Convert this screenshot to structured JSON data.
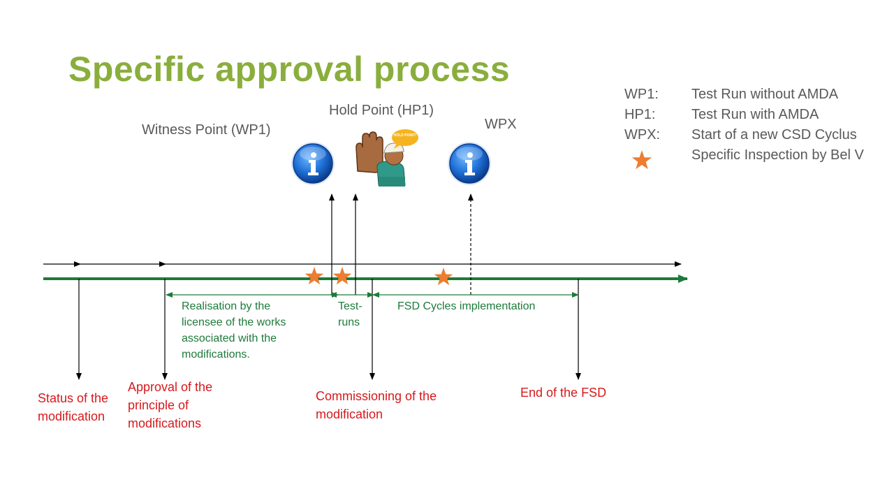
{
  "title": "Specific approval process",
  "points": {
    "wp1": "Witness Point (WP1)",
    "hp1": "Hold Point (HP1)",
    "wpx": "WPX",
    "hold_sign_text": "HOLD POINT!"
  },
  "legend": [
    {
      "key": "WP1:",
      "value": "Test Run without AMDA"
    },
    {
      "key": "HP1:",
      "value": "Test Run with AMDA"
    },
    {
      "key": "WPX:",
      "value": "Start of a new CSD Cyclus"
    },
    {
      "key": "star",
      "value": "Specific Inspection by Bel V"
    }
  ],
  "phases": {
    "realisation": "Realisation by the licensee of the works associated with the modifications.",
    "test_runs": "Test-runs",
    "fsd": "FSD Cycles implementation"
  },
  "milestones": {
    "status": "Status of the modification",
    "approval": "Approval of the principle of modifications",
    "commissioning": "Commissioning of the modification",
    "end": "End of the FSD"
  },
  "colors": {
    "title": "#8aae3d",
    "timeline": "#1e7a3a",
    "star": "#ed7d31",
    "milestone_text": "#d7191c",
    "info_icon": "#1565c0"
  }
}
